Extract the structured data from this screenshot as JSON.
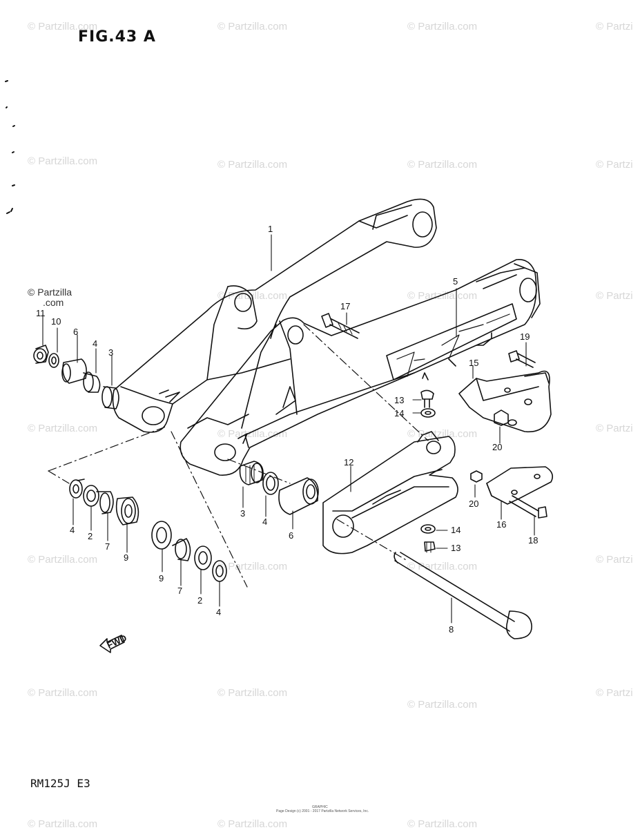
{
  "figure": {
    "title": "FIG.43 A",
    "model": "RM125J E3",
    "copyright": "© Partzilla",
    "copyright_domain": ".com",
    "footer_id": "GRAPHIC",
    "footer_line": "Page Design (c) 2001 - 2017 Partzilla Network Services, Inc."
  },
  "watermark": {
    "text": "© Partzilla.com",
    "text_edge": "© Partzi"
  },
  "callouts": {
    "c1": "1",
    "c2a": "2",
    "c2b": "2",
    "c3a": "3",
    "c3b": "3",
    "c4a": "4",
    "c4b": "4",
    "c4c": "4",
    "c4d": "4",
    "c5": "5",
    "c6a": "6",
    "c6b": "6",
    "c7a": "7",
    "c7b": "7",
    "c8": "8",
    "c9a": "9",
    "c9b": "9",
    "c10": "10",
    "c11": "11",
    "c12": "12",
    "c13a": "13",
    "c13b": "13",
    "c14a": "14",
    "c14b": "14",
    "c15": "15",
    "c16": "16",
    "c17": "17",
    "c18": "18",
    "c19": "19",
    "c20a": "20",
    "c20b": "20"
  },
  "fwd_label": "FWD",
  "colors": {
    "line": "#111111",
    "watermark": "#d6d6d6",
    "paper": "#ffffff"
  }
}
